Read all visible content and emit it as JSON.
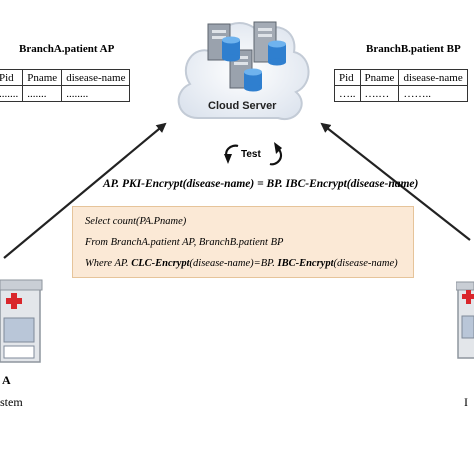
{
  "tables": {
    "left": {
      "title": "BranchA.patient AP",
      "headers": [
        "Pid",
        "Pname",
        "disease-name"
      ],
      "row": [
        ".......",
        ".......",
        "........"
      ]
    },
    "right": {
      "title": "BranchB.patient BP",
      "headers": [
        "Pid",
        "Pname",
        "disease-name"
      ],
      "row": [
        "…..",
        "….…",
        "…….."
      ]
    }
  },
  "cloud": {
    "label": "Cloud Server"
  },
  "test": {
    "label": "Test"
  },
  "equation": "AP. PKI-Encrypt(disease-name) = BP. IBC-Encrypt(disease-name)",
  "query": {
    "line1": "Select count(PA.Pname)",
    "line2": "From BranchA.patient AP, BranchB.patient BP",
    "line3_prefix": "Where AP. ",
    "line3_bold1": "CLC-Encrypt",
    "line3_mid": "(disease-name)=BP. ",
    "line3_bold2": "IBC-Encrypt",
    "line3_suffix": "(disease-name)"
  },
  "bottom_left": {
    "line1": "A",
    "line2": "stem"
  },
  "bottom_right": {
    "line1": "I"
  },
  "colors": {
    "arrow": "#222222",
    "query_bg": "#fbe9d6",
    "hospital_red": "#d9262b"
  }
}
